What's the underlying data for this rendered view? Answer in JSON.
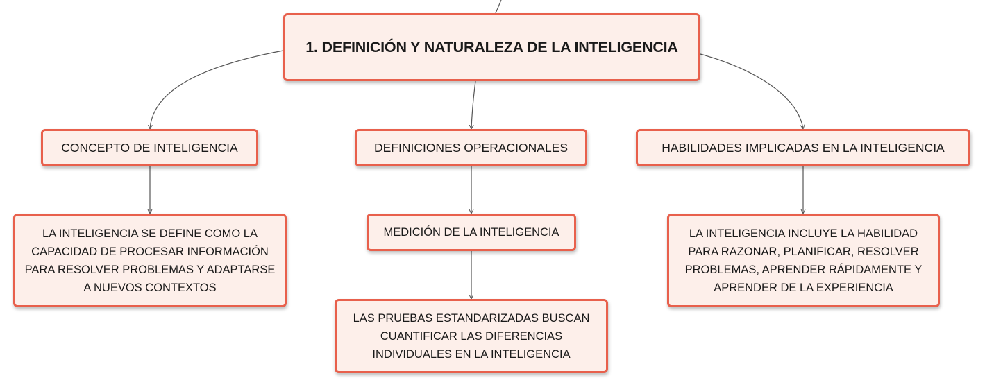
{
  "root": {
    "title": "1. DEFINICIÓN Y NATURALEZA DE LA INTELIGENCIA"
  },
  "branches": [
    {
      "label": "CONCEPTO DE INTELIGENCIA",
      "children": [
        "LA INTELIGENCIA SE DEFINE COMO LA CAPACIDAD DE PROCESAR INFORMACIÓN PARA RESOLVER PROBLEMAS Y ADAPTARSE A NUEVOS CONTEXTOS"
      ]
    },
    {
      "label": "DEFINICIONES OPERACIONALES",
      "children": [
        "MEDICIÓN DE LA INTELIGENCIA"
      ],
      "grandchildren": [
        "LAS PRUEBAS ESTANDARIZADAS BUSCAN CUANTIFICAR LAS DIFERENCIAS INDIVIDUALES EN LA INTELIGENCIA"
      ]
    },
    {
      "label": "HABILIDADES IMPLICADAS EN LA INTELIGENCIA",
      "children": [
        "LA INTELIGENCIA INCLUYE LA HABILIDAD PARA RAZONAR, PLANIFICAR, RESOLVER PROBLEMAS, APRENDER RÁPIDAMENTE Y APRENDER DE LA EXPERIENCIA"
      ]
    }
  ],
  "colors": {
    "node_border": "#e8604c",
    "node_fill": "#fdefea",
    "connector": "#555555",
    "text": "#1a1a1a"
  }
}
